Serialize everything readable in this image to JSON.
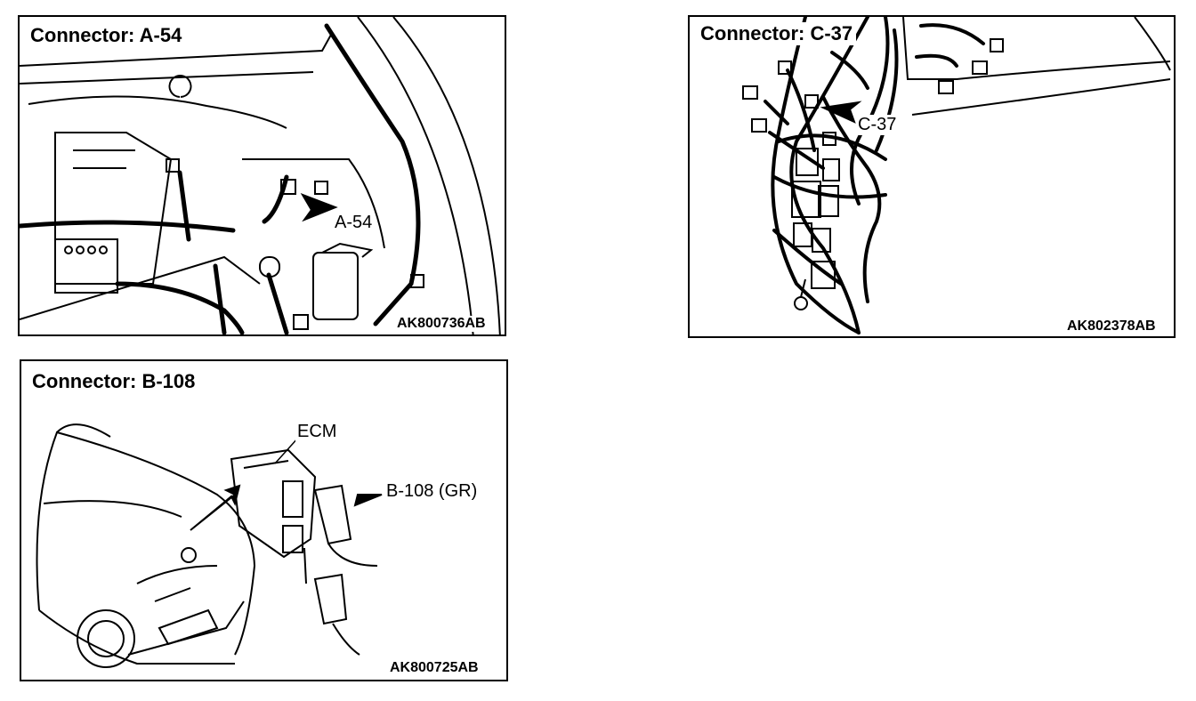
{
  "panels": {
    "a54": {
      "title": "Connector: A-54",
      "callout": "A-54",
      "code": "AK800736AB"
    },
    "c37": {
      "title": "Connector: C-37",
      "callout": "C-37",
      "code": "AK802378AB"
    },
    "b108": {
      "title": "Connector: B-108",
      "ecm_label": "ECM",
      "callout": "B-108 (GR)",
      "code": "AK800725AB"
    }
  }
}
